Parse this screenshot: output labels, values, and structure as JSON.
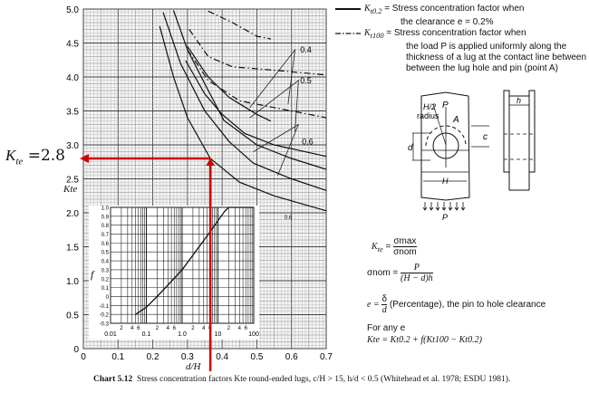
{
  "annotation": {
    "label": "K",
    "label_sub": "te",
    "value_text": "=2.8",
    "color": "#d00000"
  },
  "legend": {
    "solid": {
      "symbol": "K",
      "sub": "t0.2",
      "line1": "= Stress concentration factor when",
      "line2": "the clearance e = 0.2%"
    },
    "dashdot": {
      "symbol": "K",
      "sub": "t100",
      "line1": "= Stress concentration factor when",
      "line2": "the load P is applied uniformly along the",
      "line3": "thickness of a lug at the contact line between",
      "line4": "between the lug hole and pin (point A)"
    }
  },
  "diagram": {
    "radius_label1": "H/2",
    "radius_label2": "radius",
    "P_top": "P",
    "A": "A",
    "c": "c",
    "d": "d",
    "H": "H",
    "P_bottom": "P",
    "h": "h"
  },
  "equations": {
    "kte_lhs": "K",
    "kte_lhs_sub": "te",
    "kte_num": "σmax",
    "kte_den": "σnom",
    "snom_lhs": "σnom =",
    "snom_num": "P",
    "snom_den": "(H − d)h",
    "e_lhs": "e =",
    "e_num": "δ",
    "e_den": "d",
    "e_text": "(Percentage), the pin to hole clearance",
    "forany": "For any e",
    "final": "Kte = Kt0.2 + f(Kt100 − Kt0.2)"
  },
  "caption": {
    "bold": "Chart 5.12",
    "text": "Stress concentration factors Kte round-ended lugs, c/H > 15, h/d < 0.5 (Whitehead et al. 1978; ESDU 1981)."
  },
  "chart_data": [
    {
      "type": "line",
      "xlabel": "d/H",
      "ylabel": "Kte",
      "xlim": [
        0,
        0.7
      ],
      "ylim": [
        0,
        5.0
      ],
      "xticks": [
        "0",
        "0.1",
        "0.2",
        "0.3",
        "0.4",
        "0.5",
        "0.6",
        "0.7"
      ],
      "yticks": [
        "0",
        "0.5",
        "1.0",
        "1.5",
        "2.0",
        "2.5",
        "3.0",
        "3.5",
        "4.0",
        "4.5",
        "5.0"
      ],
      "grid": true,
      "curve_labels": [
        "0.4",
        "0.5",
        "0.6",
        "0.6"
      ],
      "series": [
        {
          "style": "solid",
          "points": [
            [
              0.22,
              4.75
            ],
            [
              0.26,
              4.0
            ],
            [
              0.3,
              3.4
            ],
            [
              0.366,
              2.8
            ],
            [
              0.45,
              2.45
            ],
            [
              0.55,
              2.25
            ],
            [
              0.7,
              2.03
            ]
          ]
        },
        {
          "style": "solid",
          "points": [
            [
              0.23,
              4.95
            ],
            [
              0.28,
              4.2
            ],
            [
              0.35,
              3.5
            ],
            [
              0.42,
              3.05
            ],
            [
              0.49,
              2.73
            ],
            [
              0.6,
              2.5
            ],
            [
              0.7,
              2.33
            ]
          ]
        },
        {
          "style": "solid",
          "points": [
            [
              0.26,
              4.98
            ],
            [
              0.3,
              4.4
            ],
            [
              0.35,
              3.9
            ],
            [
              0.405,
              3.36
            ],
            [
              0.5,
              3.0
            ],
            [
              0.6,
              2.8
            ],
            [
              0.7,
              2.64
            ]
          ]
        },
        {
          "style": "solid",
          "points": [
            [
              0.295,
              4.24
            ],
            [
              0.35,
              3.75
            ],
            [
              0.4,
              3.45
            ],
            [
              0.465,
              3.17
            ],
            [
              0.55,
              3.0
            ],
            [
              0.7,
              2.83
            ]
          ]
        },
        {
          "style": "solid",
          "points": [
            [
              0.3,
              4.45
            ],
            [
              0.36,
              4.0
            ],
            [
              0.42,
              3.7
            ],
            [
              0.5,
              3.45
            ],
            [
              0.54,
              3.35
            ]
          ]
        },
        {
          "style": "dashdot",
          "points": [
            [
              0.3,
              4.4
            ],
            [
              0.36,
              3.95
            ],
            [
              0.45,
              3.65
            ],
            [
              0.55,
              3.55
            ],
            [
              0.7,
              3.4
            ]
          ]
        },
        {
          "style": "dashdot",
          "points": [
            [
              0.305,
              4.7
            ],
            [
              0.36,
              4.3
            ],
            [
              0.43,
              4.15
            ],
            [
              0.55,
              4.1
            ],
            [
              0.7,
              4.03
            ]
          ]
        },
        {
          "style": "dashdot",
          "points": [
            [
              0.36,
              4.97
            ],
            [
              0.43,
              4.8
            ],
            [
              0.5,
              4.6
            ],
            [
              0.54,
              4.56
            ]
          ]
        }
      ],
      "reference": {
        "x": 0.366,
        "y": 2.8
      }
    },
    {
      "type": "line",
      "ylabel": "f",
      "xscale": "log",
      "xlim": [
        0.01,
        100
      ],
      "ylim": [
        -0.3,
        1.0
      ],
      "xticks": [
        "0.01",
        "0.1",
        "1.0",
        "10",
        "100"
      ],
      "minor_tick_labels": [
        "2",
        "4",
        "6"
      ],
      "yticks": [
        "-0.3",
        "-0.2",
        "-0.1",
        "0",
        "0.1",
        "0.2",
        "0.3",
        "0.4",
        "0.5",
        "0.6",
        "0.7",
        "0.8",
        "0.9",
        "1.0"
      ],
      "grid": true,
      "series": [
        {
          "style": "solid",
          "points": [
            [
              0.05,
              -0.2
            ],
            [
              0.1,
              -0.12
            ],
            [
              0.2,
              0.0
            ],
            [
              1.0,
              0.3
            ],
            [
              5,
              0.68
            ],
            [
              15,
              0.95
            ],
            [
              20,
              1.0
            ],
            [
              100,
              1.0
            ]
          ]
        }
      ]
    }
  ]
}
